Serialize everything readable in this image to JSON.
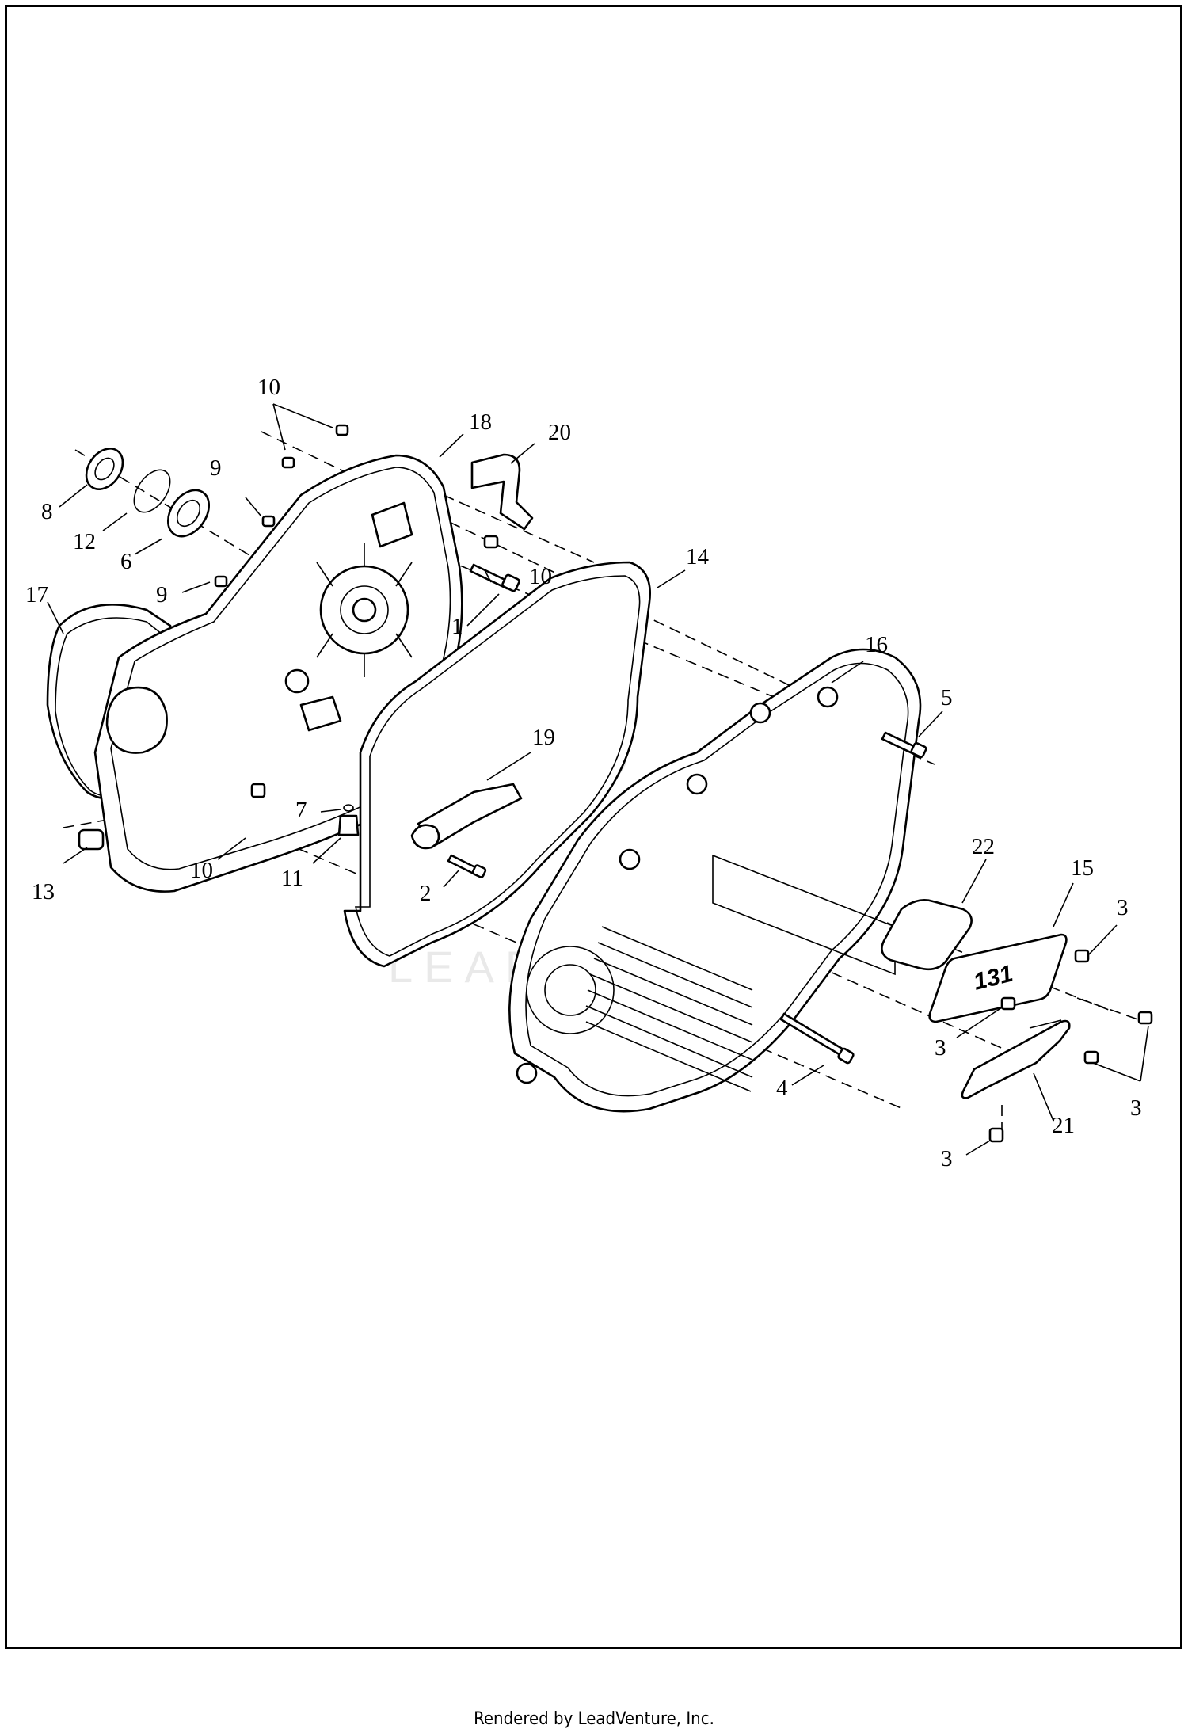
{
  "diagram": {
    "callouts": [
      {
        "id": "c10a",
        "text": "10"
      },
      {
        "id": "c18",
        "text": "18"
      },
      {
        "id": "c20",
        "text": "20"
      },
      {
        "id": "c8",
        "text": "8"
      },
      {
        "id": "c9a",
        "text": "9"
      },
      {
        "id": "c12",
        "text": "12"
      },
      {
        "id": "c6",
        "text": "6"
      },
      {
        "id": "c10b",
        "text": "10"
      },
      {
        "id": "c14",
        "text": "14"
      },
      {
        "id": "c17",
        "text": "17"
      },
      {
        "id": "c9b",
        "text": "9"
      },
      {
        "id": "c1",
        "text": "1"
      },
      {
        "id": "c16",
        "text": "16"
      },
      {
        "id": "c5",
        "text": "5"
      },
      {
        "id": "c19",
        "text": "19"
      },
      {
        "id": "c7",
        "text": "7"
      },
      {
        "id": "c22",
        "text": "22"
      },
      {
        "id": "c15",
        "text": "15"
      },
      {
        "id": "c3a",
        "text": "3"
      },
      {
        "id": "c13",
        "text": "13"
      },
      {
        "id": "c10c",
        "text": "10"
      },
      {
        "id": "c11",
        "text": "11"
      },
      {
        "id": "c2",
        "text": "2"
      },
      {
        "id": "c3b",
        "text": "3"
      },
      {
        "id": "c4",
        "text": "4"
      },
      {
        "id": "c3c",
        "text": "3"
      },
      {
        "id": "c21",
        "text": "21"
      },
      {
        "id": "c3d",
        "text": "3"
      }
    ],
    "badge_text": "131",
    "watermark": "LEADVENTURE"
  },
  "footer": {
    "text": "Rendered by LeadVenture, Inc."
  }
}
